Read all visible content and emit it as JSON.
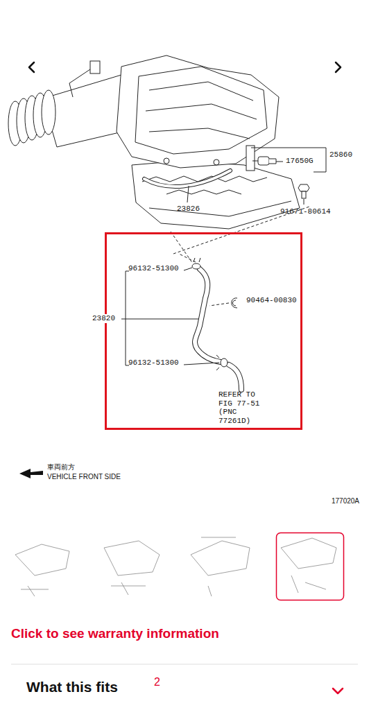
{
  "diagram": {
    "nodes": [
      {
        "text": [
          "96132-51300",
          "90464-00830",
          "96132-51300",
          "REFER TO FIG 77-51 (PNC 77261D)"
        ]
      }
    ],
    "labels": [
      "17650G",
      "25860",
      "23826",
      "91671-80614",
      "23820",
      "車両前方",
      "VEHICLE FRONT SIDE",
      "177020A",
      "Click to see warranty information",
      "What this fits",
      "2"
    ]
  }
}
